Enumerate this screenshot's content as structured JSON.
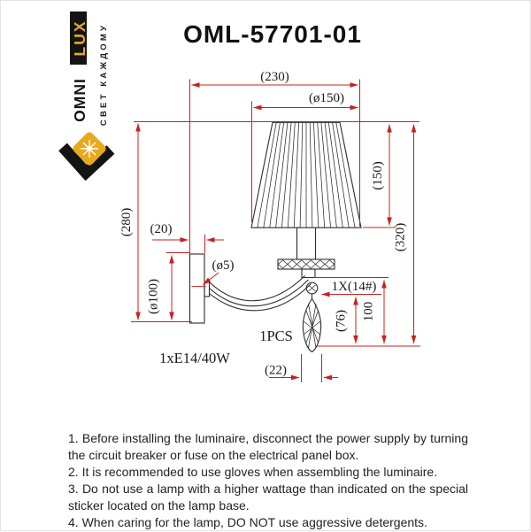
{
  "title": "OML-57701-01",
  "logo": {
    "brand_word_top": "LUX",
    "brand_word_bottom": "OMNI",
    "tagline": "СВЕТ КАЖДОМУ",
    "colors": {
      "gold": "#E8A91E",
      "black": "#141414"
    }
  },
  "drawing": {
    "colors": {
      "dimension_red": "#C8201E",
      "line_black": "#2B2B2B"
    },
    "dimensions": {
      "total_depth": "(230)",
      "shade_diameter": "(ø150)",
      "shade_height": "(150)",
      "total_height": "(320)",
      "backplate_height_from_top": "(280)",
      "backplate_depth": "(20)",
      "mount_hole_diameter": "(ø5)",
      "backplate_diameter": "(ø100)",
      "crystal_spec": "1X(14#)",
      "drop_distance": "100",
      "crystal_length": "(76)",
      "crystal_width": "(22)"
    },
    "annotations": {
      "quantity": "1PCS",
      "socket": "1xE14/40W"
    }
  },
  "instructions": [
    "1. Before installing the luminaire, disconnect the power supply by turning the circuit breaker or fuse on the electrical panel box.",
    "2. It is recommended to use gloves when assembling the luminaire.",
    "3. Do not use a lamp with a higher wattage than indicated on the special sticker located on the lamp base.",
    "4. When caring for the lamp, DO NOT use aggressive detergents."
  ]
}
